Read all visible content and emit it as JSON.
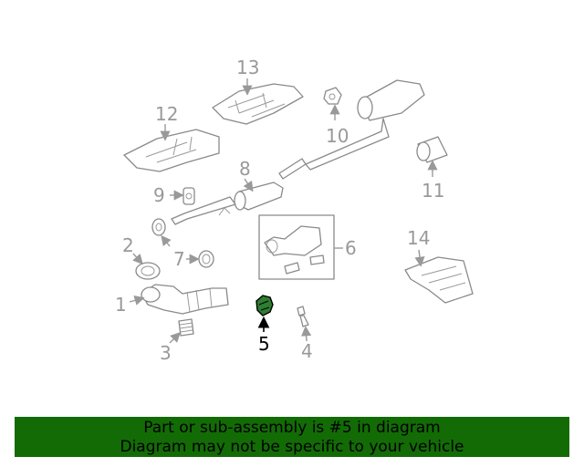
{
  "diagram": {
    "highlight_color": "#2e7d32",
    "banner_color": "#136b06",
    "callouts": {
      "c1": "1",
      "c2": "2",
      "c3": "3",
      "c4": "4",
      "c5": "5",
      "c6": "6",
      "c7": "7",
      "c8": "8",
      "c9": "9",
      "c10": "10",
      "c11": "11",
      "c12": "12",
      "c13": "13",
      "c14": "14"
    }
  },
  "banner": {
    "line1": "Part or sub-assembly is #5 in diagram",
    "line2": "Diagram may not be specific to your vehicle"
  }
}
